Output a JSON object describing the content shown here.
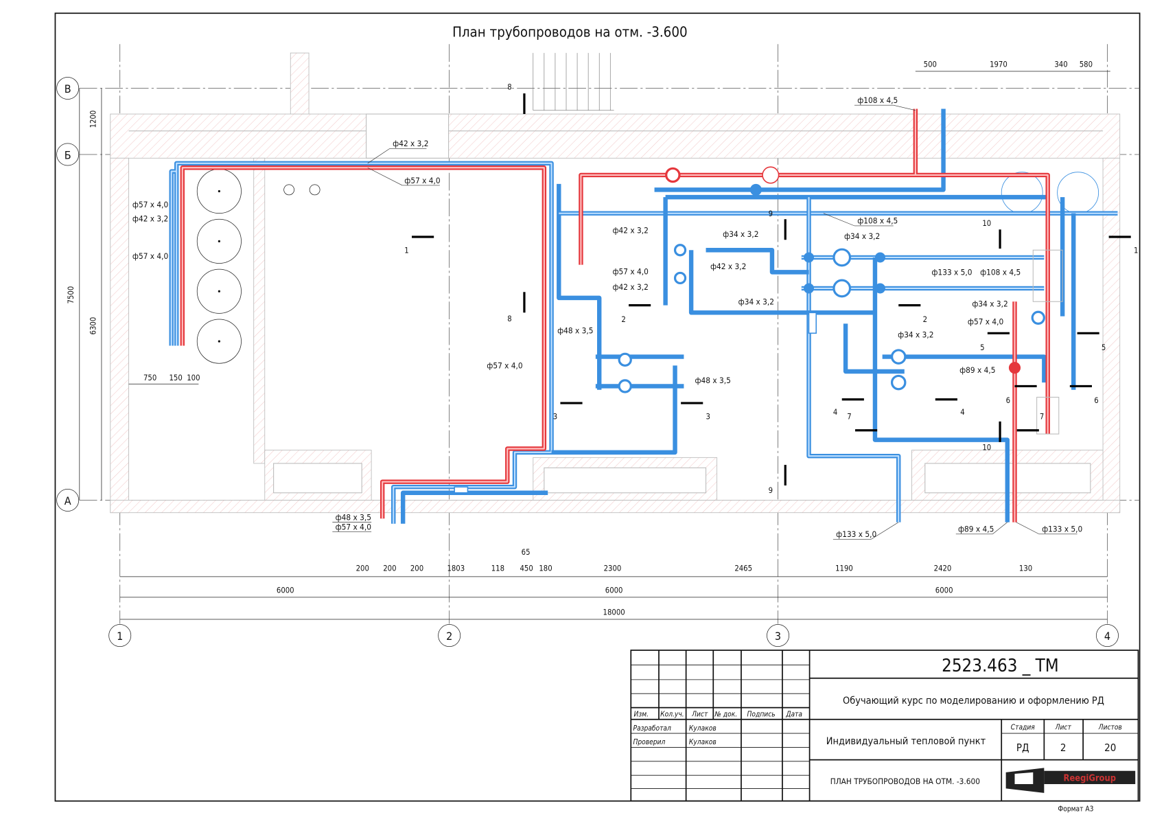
{
  "drawing": {
    "title": "План трубопроводов на отм. -3.600",
    "colors": {
      "supply": "#e5373c",
      "return": "#3a8fe0",
      "line": "#111111"
    },
    "axes": {
      "rows": [
        "В",
        "Б",
        "А"
      ],
      "cols": [
        "1",
        "2",
        "3",
        "4"
      ]
    },
    "pipe_labels": [
      "ф42 х 3,2",
      "ф57 х 4,0",
      "ф57 х 4,0",
      "ф42 х 3,2",
      "ф57 х 4,0",
      "ф42 х 3,2",
      "ф57 х 4,0",
      "ф42 х 3,2",
      "ф48 х 3,5",
      "ф57 х 4,0",
      "ф48 х 3,5",
      "ф34 х 3,2",
      "ф42 х 3,2",
      "ф34 х 3,2",
      "ф108 х 4,5",
      "ф108 х 4,5",
      "ф34 х 3,2",
      "ф133 х 5,0",
      "ф108 х 4,5",
      "ф34 х 3,2",
      "ф57 х 4,0",
      "ф34 х 3,2",
      "ф89 х 4,5",
      "ф48 х 3,5",
      "ф57 х 4,0",
      "ф133 х 5,0",
      "ф89 х 4,5",
      "ф133 х 5,0"
    ],
    "dims_top": [
      "500",
      "1970",
      "340",
      "580"
    ],
    "dims_left": [
      "1200",
      "7500",
      "6300"
    ],
    "dims_tank": [
      "750",
      "150",
      "100"
    ],
    "dims_chain": [
      "200",
      "200",
      "200",
      "1803",
      "118",
      "450",
      "65",
      "180",
      "2300",
      "2465",
      "1190",
      "2420",
      "130"
    ],
    "dims_bays": [
      "6000",
      "6000",
      "6000"
    ],
    "dims_total": "18000",
    "sections": [
      "1",
      "1",
      "2",
      "2",
      "3",
      "3",
      "4",
      "4",
      "5",
      "5",
      "6",
      "6",
      "7",
      "7",
      "8",
      "8",
      "9",
      "9",
      "10",
      "10"
    ]
  },
  "title_block": {
    "code": "2523.463 _ ТМ",
    "course": "Обучающий курс по моделированию и оформлению РД",
    "object": "Индивидуальный тепловой пункт",
    "sheet_title": "ПЛАН ТРУБОПРОВОДОВ НА ОТМ. -3.600",
    "headers": [
      "Изм.",
      "Кол.уч.",
      "Лист",
      "№ док.",
      "Подпись",
      "Дата"
    ],
    "developed_label": "Разработал",
    "developed_name": "Кулаков",
    "checked_label": "Проверил",
    "checked_name": "Кулаков",
    "stage_label": "Стадия",
    "sheet_label": "Лист",
    "sheets_label": "Листов",
    "stage": "РД",
    "sheet": "2",
    "sheets": "20",
    "logo": "ReegiGroup",
    "format": "Формат А3"
  }
}
